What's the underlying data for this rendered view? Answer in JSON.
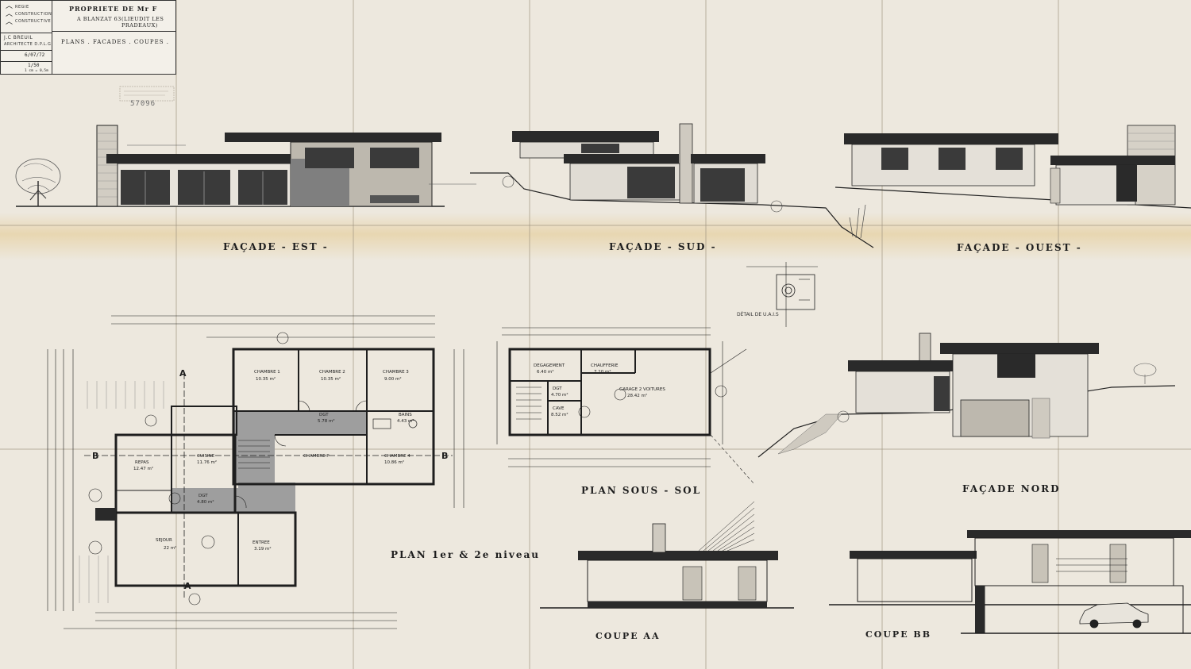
{
  "title_block": {
    "logo_lines": [
      "REGIE",
      "CONSTRUCTION",
      "CONSTRUCTIVE"
    ],
    "project": "PROPRIETE DE Mr F",
    "location": "A BLANZAT 63",
    "location_note": "(LIEUDIT LES PRADEAUX)",
    "architect": "J.C BREUIL",
    "architect_sub": "ARCHITECTE D.P.L.G",
    "subject": "PLANS . FACADES . COUPES .",
    "date": "6/07/72",
    "scale": "1/50",
    "scale_note": "1 cm = 0,5m"
  },
  "stamp": {
    "number": "57096"
  },
  "labels": {
    "facade_est": "FAÇADE - EST -",
    "facade_sud": "FAÇADE - SUD -",
    "facade_ouest": "FAÇADE - OUEST -",
    "facade_nord": "FAÇADE NORD",
    "plan_niveau": "PLAN 1er & 2e niveau",
    "plan_sous_sol": "PLAN SOUS - SOL",
    "coupe_aa": "COUPE AA",
    "coupe_bb": "COUPE BB",
    "detail": "DÉTAIL DE U.A.I.S"
  },
  "rooms_ground": [
    {
      "name": "CHAMBRE 1",
      "area": "10.35 m²"
    },
    {
      "name": "CHAMBRE 2",
      "area": "10.35 m²"
    },
    {
      "name": "CHAMBRE 3",
      "area": "9.00 m²"
    },
    {
      "name": "DGT",
      "area": "5.78 m²"
    },
    {
      "name": "BAINS",
      "area": "4.43 m²"
    },
    {
      "name": "CUISINE",
      "area": "11.76 m²"
    },
    {
      "name": "REPAS",
      "area": "12.47 m²"
    },
    {
      "name": "CHAMBRE P",
      "area": ""
    },
    {
      "name": "CHAMBRE 4",
      "area": "10.86 m²"
    },
    {
      "name": "SEJOUR",
      "area": "22 m²"
    },
    {
      "name": "ENTREE",
      "area": "3.19 m²"
    },
    {
      "name": "DGT",
      "area": "4.80 m²"
    }
  ],
  "rooms_basement": [
    {
      "name": "DEGAGEMENT",
      "area": "6.40 m²"
    },
    {
      "name": "CHAUFFERIE",
      "area": "7.10 m²"
    },
    {
      "name": "DGT",
      "area": "4.70 m²"
    },
    {
      "name": "CAVE",
      "area": "8.52 m²"
    },
    {
      "name": "GARAGE 2 VOITURES",
      "area": "28.42 m²"
    }
  ],
  "section_letters": {
    "a": "A",
    "b": "B"
  },
  "colors": {
    "paper": "#ede8de",
    "ink": "#1e1e1e",
    "roof": "#2a2a2a",
    "wall_tone": "#9a9a9a",
    "window": "#3a3a3a"
  }
}
